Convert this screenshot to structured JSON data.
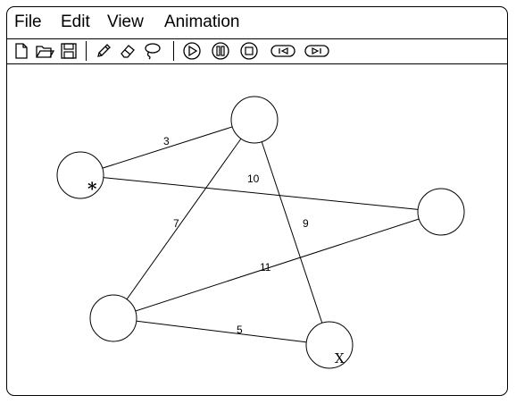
{
  "menu": {
    "file": "File",
    "edit": "Edit",
    "view": "View",
    "animation": "Animation"
  },
  "toolbar": {
    "icons": [
      "new-file-icon",
      "open-folder-icon",
      "save-disk-icon",
      "pencil-icon",
      "eraser-icon",
      "lasso-icon",
      "play-icon",
      "pause-icon",
      "stop-icon",
      "step-back-icon",
      "step-forward-icon"
    ]
  },
  "graph": {
    "nodes": [
      {
        "id": "A",
        "mark": "*"
      },
      {
        "id": "B",
        "mark": ""
      },
      {
        "id": "C",
        "mark": ""
      },
      {
        "id": "D",
        "mark": ""
      },
      {
        "id": "E",
        "mark": "X"
      }
    ],
    "edges": [
      {
        "from": "A",
        "to": "B",
        "weight": "3"
      },
      {
        "from": "A",
        "to": "C",
        "weight": "10"
      },
      {
        "from": "B",
        "to": "D",
        "weight": "7"
      },
      {
        "from": "B",
        "to": "E",
        "weight": "9"
      },
      {
        "from": "D",
        "to": "C",
        "weight": "11"
      },
      {
        "from": "D",
        "to": "E",
        "weight": "5"
      }
    ]
  }
}
